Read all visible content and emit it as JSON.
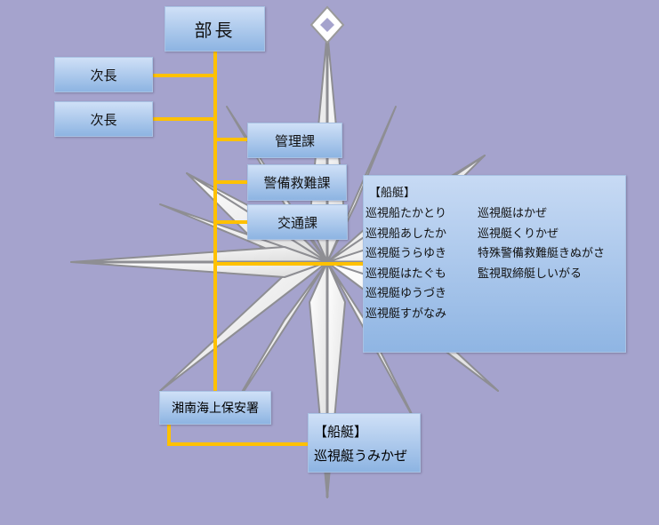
{
  "org": {
    "head": "部長",
    "deputy1": "次長",
    "deputy2": "次長",
    "dept_management": "管理課",
    "dept_rescue": "警備救難課",
    "dept_traffic": "交通課",
    "vessels_header": "【船艇】",
    "vessels_col1": [
      "巡視船たかとり",
      "巡視船あしたか",
      "巡視艇うらゆき",
      "巡視艇はたぐも",
      "巡視艇ゆうづき",
      "巡視艇すがなみ"
    ],
    "vessels_col2": [
      "巡視艇はかぜ",
      "巡視艇くりかぜ",
      "特殊警備救難艇きぬがさ",
      "監視取締艇しいがる"
    ],
    "station": "湘南海上保安署",
    "station_vessels_header": "【船艇】",
    "station_vessel": "巡視艇うみかぜ"
  },
  "colors": {
    "background": "#a5a3cd",
    "connector": "#ffc100",
    "box_top": "#cfe0f7",
    "box_bottom": "#8db4e2"
  }
}
